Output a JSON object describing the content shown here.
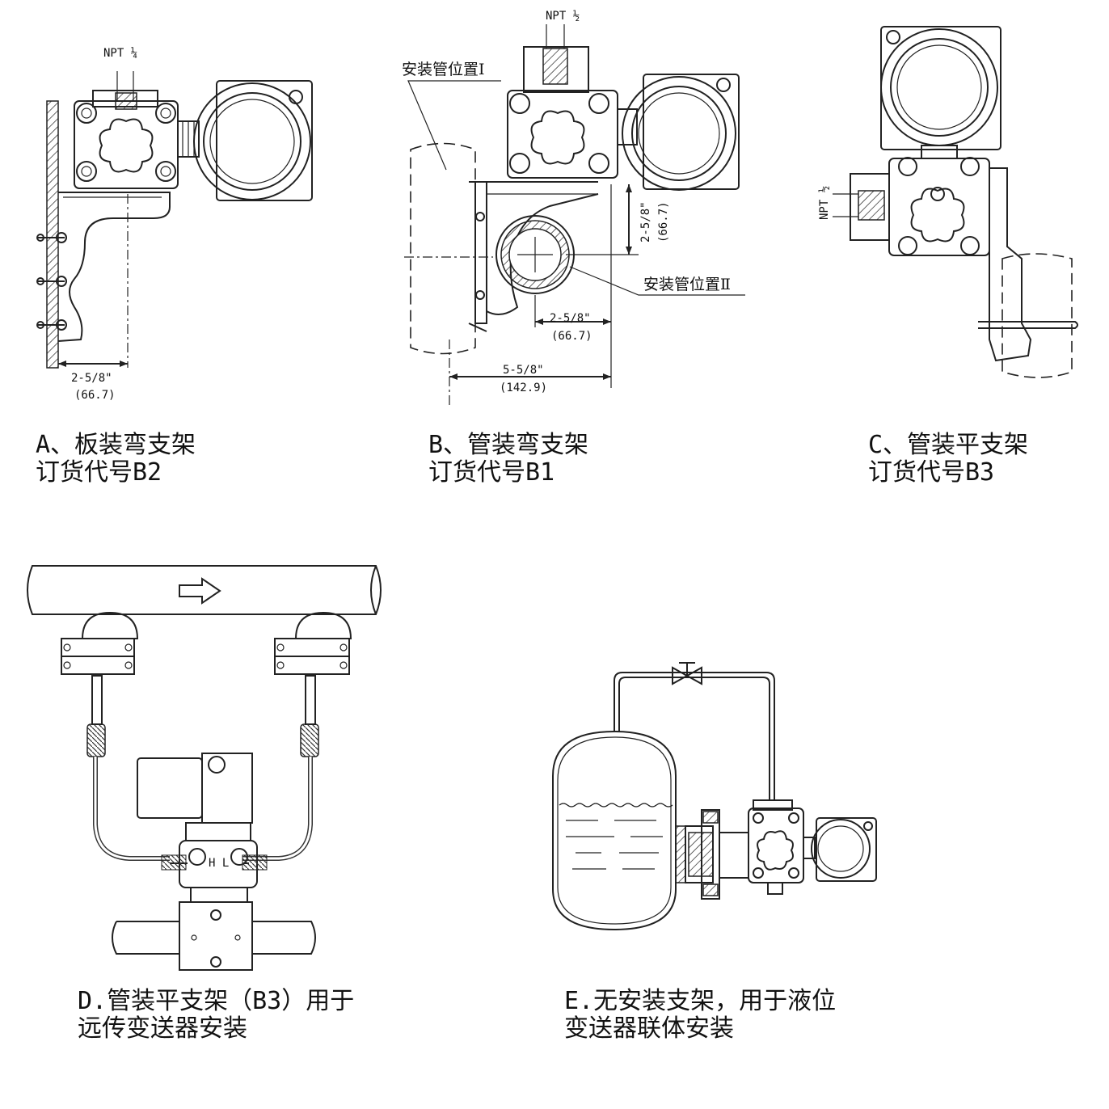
{
  "panels": {
    "a": {
      "thread_label": "NPT ¼",
      "dim_inch": "2-5/8\"",
      "dim_mm": "(66.7)",
      "caption_line1": "A、板装弯支架",
      "caption_line2": "订货代号B2"
    },
    "b": {
      "thread_label": "NPT ½",
      "pipe_pos_1": "安装管位置Ⅰ",
      "pipe_pos_2": "安装管位置Ⅱ",
      "vert_dim_inch": "2-5/8\"",
      "vert_dim_mm": "(66.7)",
      "horiz_dim_inch": "2-5/8\"",
      "horiz_dim_mm": "(66.7)",
      "total_dim_inch": "5-5/8\"",
      "total_dim_mm": "(142.9)",
      "caption_line1": "B、管装弯支架",
      "caption_line2": "订货代号B1"
    },
    "c": {
      "thread_label": "NPT ½",
      "caption_line1": "C、管装平支架",
      "caption_line2": "订货代号B3"
    },
    "d": {
      "hl_label": "H L",
      "caption_line1": "D.管装平支架（B3）用于",
      "caption_line2": "远传变送器安装"
    },
    "e": {
      "caption_line1": "E.无安装支架，用于液位",
      "caption_line2": "变送器联体安装"
    }
  }
}
